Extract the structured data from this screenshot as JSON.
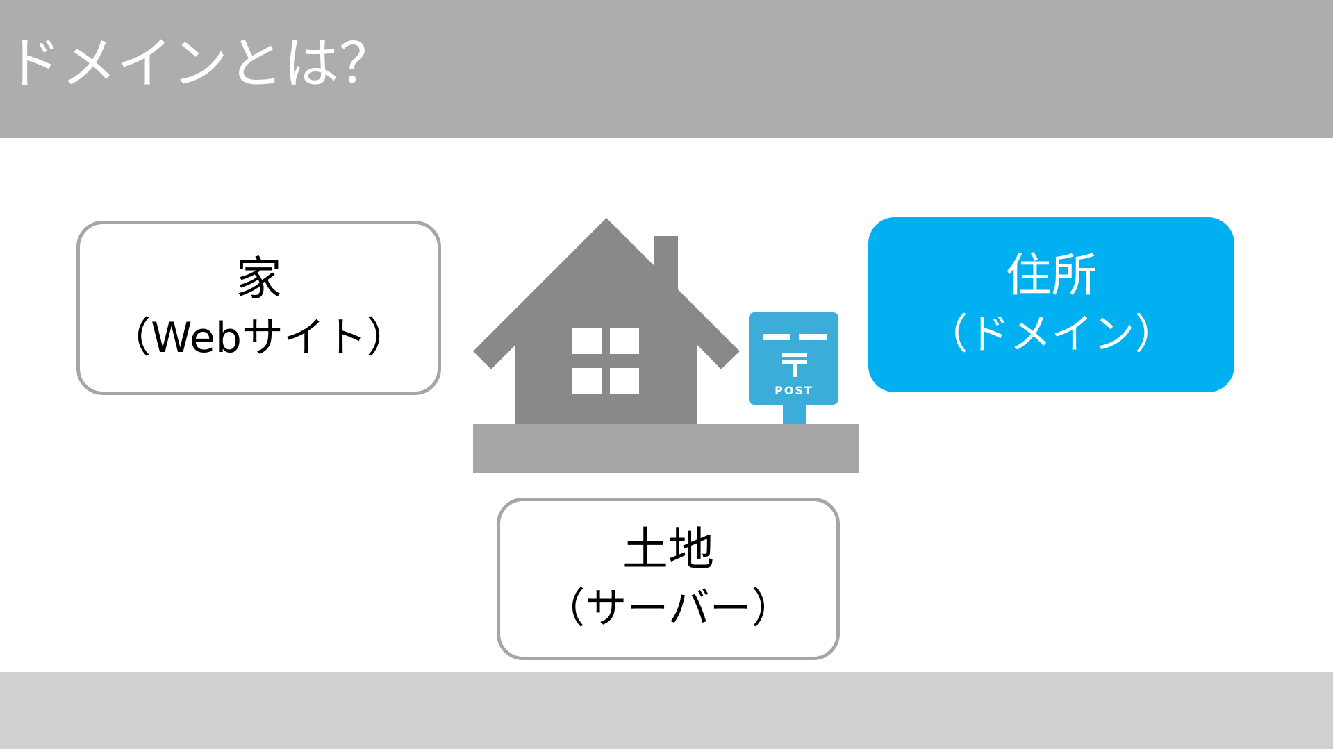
{
  "title": "ドメインとは？",
  "house_box": {
    "name": "家",
    "caption": "（Webサイト）"
  },
  "address_box": {
    "name": "住所",
    "caption": "（ドメイン）"
  },
  "land_box": {
    "name": "土地",
    "caption": "（サーバー）"
  },
  "postbox": {
    "label": "POST"
  },
  "icons": [
    "house-icon",
    "postbox-icon",
    "ground-icon"
  ],
  "colors": {
    "title_bar": "#adadad",
    "accent": "#00b0f0",
    "house": "#898989",
    "ground": "#a6a6a6",
    "postbox": "#3cadd8",
    "footer": "#d0d0d0"
  }
}
